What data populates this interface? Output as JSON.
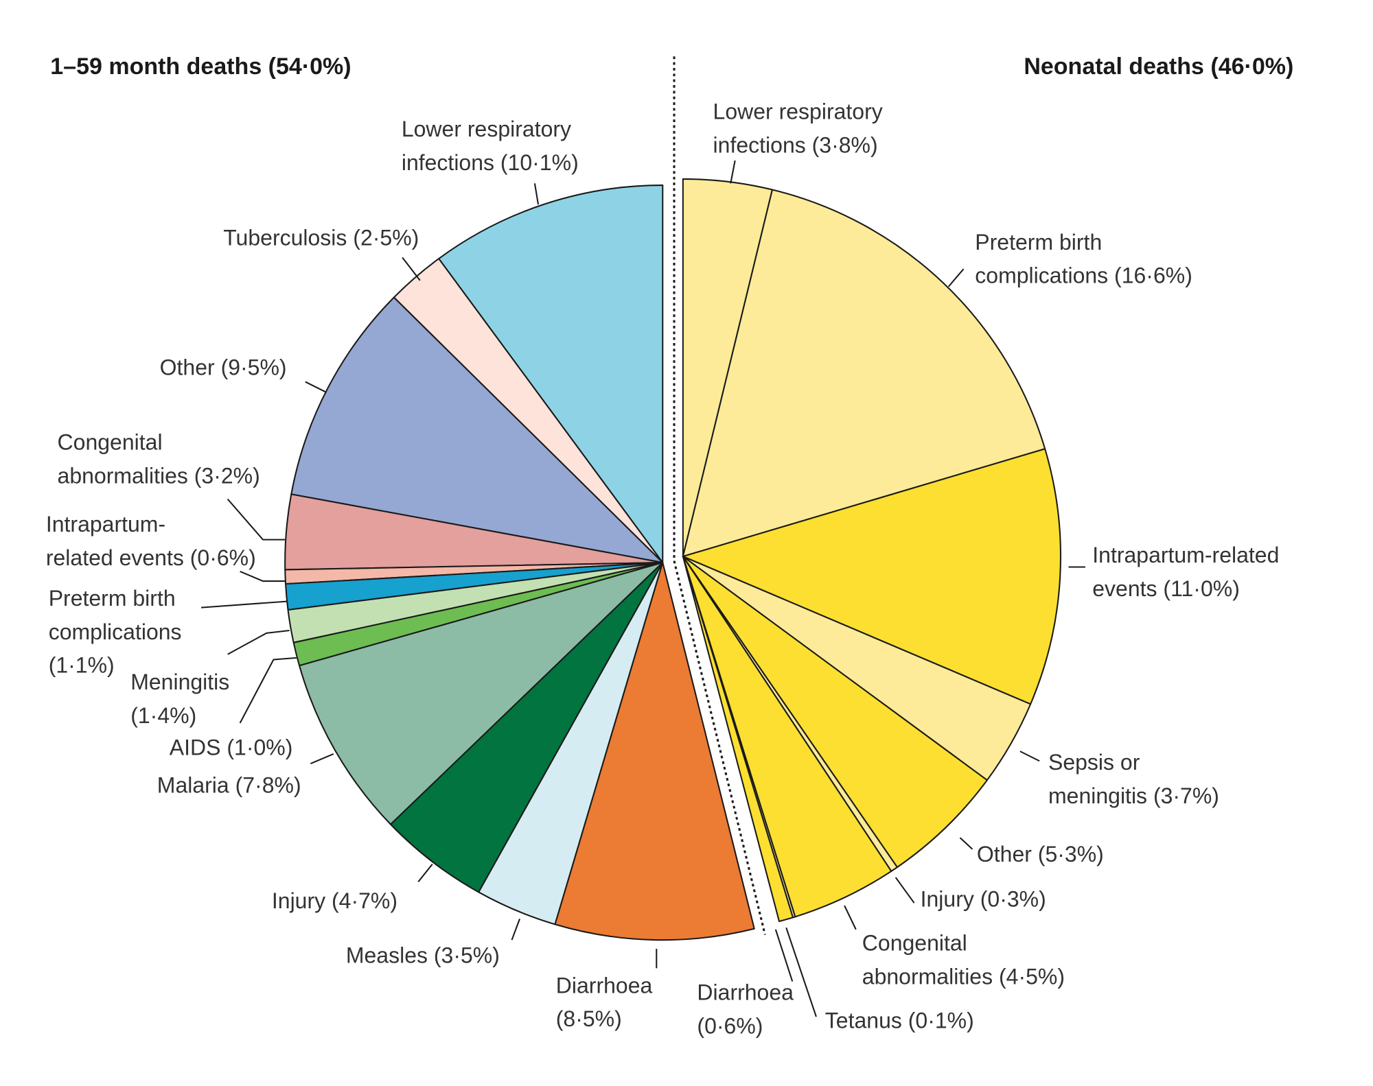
{
  "chart_data": {
    "type": "pie",
    "groups": [
      {
        "title": "1–59 month deaths (54·0%)",
        "slices": [
          {
            "label": [
              "Lower respiratory",
              "infections (10·1%)"
            ],
            "value": 10.1,
            "color": "#8ed3e5"
          },
          {
            "label": [
              "Tuberculosis (2·5%)"
            ],
            "value": 2.5,
            "color": "#fde3da"
          },
          {
            "label": [
              "Other (9·5%)"
            ],
            "value": 9.5,
            "color": "#95a8d3"
          },
          {
            "label": [
              "Congenital",
              "abnormalities (3·2%)"
            ],
            "value": 3.2,
            "color": "#e3a09c"
          },
          {
            "label": [
              "Intrapartum-",
              "related events (0·6%)"
            ],
            "value": 0.6,
            "color": "#f4b8a8"
          },
          {
            "label": [
              "Preterm birth",
              "complications",
              "(1·1%)"
            ],
            "value": 1.1,
            "color": "#16a1cf"
          },
          {
            "label": [
              "Meningitis",
              "(1·4%)"
            ],
            "value": 1.4,
            "color": "#c3e0b3"
          },
          {
            "label": [
              "AIDS (1·0%)"
            ],
            "value": 1.0,
            "color": "#6dbd52"
          },
          {
            "label": [
              "Malaria (7·8%)"
            ],
            "value": 7.8,
            "color": "#8cbca5"
          },
          {
            "label": [
              "Injury (4·7%)"
            ],
            "value": 4.7,
            "color": "#02743f"
          },
          {
            "label": [
              "Measles (3·5%)"
            ],
            "value": 3.5,
            "color": "#d5ecf2"
          },
          {
            "label": [
              "Diarrhoea",
              "(8·5%)"
            ],
            "value": 8.5,
            "color": "#ec7b33"
          }
        ]
      },
      {
        "title": "Neonatal deaths (46·0%)",
        "slices": [
          {
            "label": [
              "Lower respiratory",
              "infections (3·8%)"
            ],
            "value": 3.8,
            "color": "#fdeb99"
          },
          {
            "label": [
              "Preterm birth",
              "complications (16·6%)"
            ],
            "value": 16.6,
            "color": "#fdeb99"
          },
          {
            "label": [
              "Intrapartum-related",
              "events (11·0%)"
            ],
            "value": 11.0,
            "color": "#fcdf30"
          },
          {
            "label": [
              "Sepsis or",
              "meningitis (3·7%)"
            ],
            "value": 3.7,
            "color": "#fdeb99"
          },
          {
            "label": [
              "Other (5·3%)"
            ],
            "value": 5.3,
            "color": "#fcdf30"
          },
          {
            "label": [
              "Injury (0·3%)"
            ],
            "value": 0.3,
            "color": "#fdeb99"
          },
          {
            "label": [
              "Congenital",
              "abnormalities (4·5%)"
            ],
            "value": 4.5,
            "color": "#fcdf30"
          },
          {
            "label": [
              "Tetanus (0·1%)"
            ],
            "value": 0.1,
            "color": "#fdeb99"
          },
          {
            "label": [
              "Diarrhoea",
              "(0·6%)"
            ],
            "value": 0.6,
            "color": "#fcdf30"
          }
        ]
      }
    ],
    "legend": "none",
    "grid": false,
    "divider": "dotted vertical line between groups"
  }
}
